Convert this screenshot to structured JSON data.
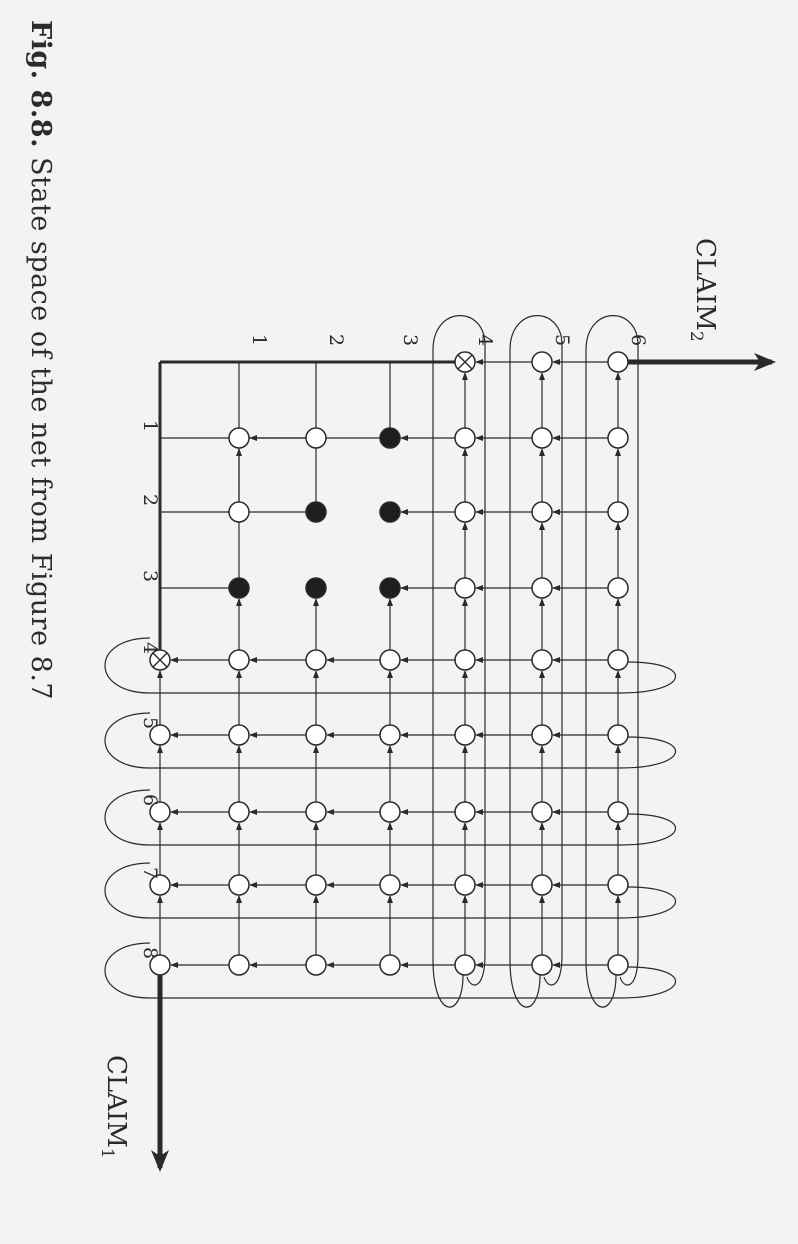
{
  "caption": {
    "figure": "Fig. 8.8.",
    "text": "State space of the net from Figure 8.7"
  },
  "axes": {
    "claim2": {
      "label": "CLAIM",
      "subscript": "2"
    },
    "claim1": {
      "label": "CLAIM",
      "subscript": "1"
    }
  },
  "claim2_ticks": [
    "1",
    "2",
    "3",
    "4",
    "5",
    "6"
  ],
  "claim1_ticks": [
    "1",
    "2",
    "3",
    "4",
    "5",
    "6",
    "7",
    "8"
  ],
  "colors": {
    "ink": "#2a2a2a",
    "node_fill": "#ffffff",
    "deadlock_fill": "#1e1e1e",
    "background": "#f3f3f1"
  },
  "state_space": {
    "node_types": {
      "normal": "open circle",
      "dead": "filled circle",
      "terminal": "crossed circle"
    },
    "dead_states": [
      [
        "3",
        "1"
      ],
      [
        "2",
        "2"
      ],
      [
        "3",
        "2"
      ],
      [
        "1",
        "3"
      ],
      [
        "2",
        "3"
      ],
      [
        "3",
        "3"
      ]
    ],
    "crossed_states": [
      [
        "4",
        "0"
      ],
      [
        "0",
        "4"
      ]
    ]
  }
}
